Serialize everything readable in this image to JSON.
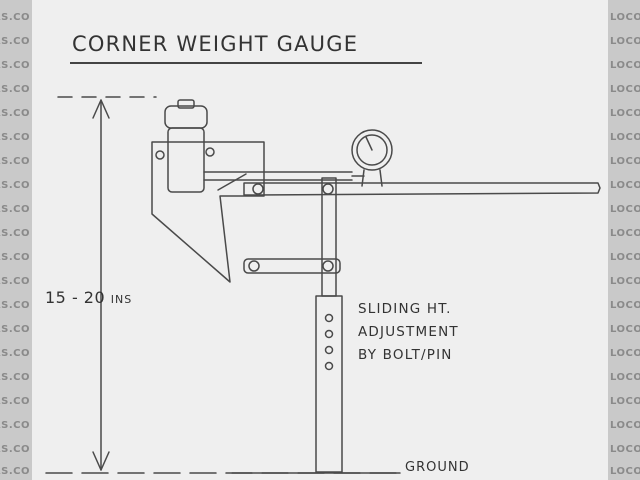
{
  "diagram": {
    "title": "CORNER WEIGHT GAUGE",
    "dimension": {
      "value": "15 - 20",
      "unit": "INS"
    },
    "note": [
      "SLIDING HT.",
      "ADJUSTMENT",
      "BY BOLT/PIN"
    ],
    "ground_label": "GROUND"
  },
  "watermark": {
    "left": [
      "DERS.CO",
      "DERS.CO",
      "DERS.CO",
      "DERS.CO",
      "DERS.CO",
      "DERS.CO",
      "DERS.CO",
      "DERS.CO",
      "DERS.CO",
      "DERS.CO",
      "DERS.CO",
      "DERS.CO",
      "DERS.CO",
      "DERS.CO",
      "DERS.CO",
      "DERS.CO",
      "DERS.CO",
      "DERS.CO",
      "DERS.CO",
      "DERS.CO"
    ],
    "right": [
      "LOCOST",
      "LOCOST",
      "LOCOST",
      "LOCOST",
      "LOCOST",
      "LOCOST",
      "LOCOST",
      "LOCOST",
      "LOCOST",
      "LOCOST",
      "LOCOST",
      "LOCOST",
      "LOCOST",
      "LOCOST",
      "LOCOST",
      "LOCOST",
      "LOCOST",
      "LOCOST",
      "LOCOST",
      "LOCOST"
    ]
  }
}
